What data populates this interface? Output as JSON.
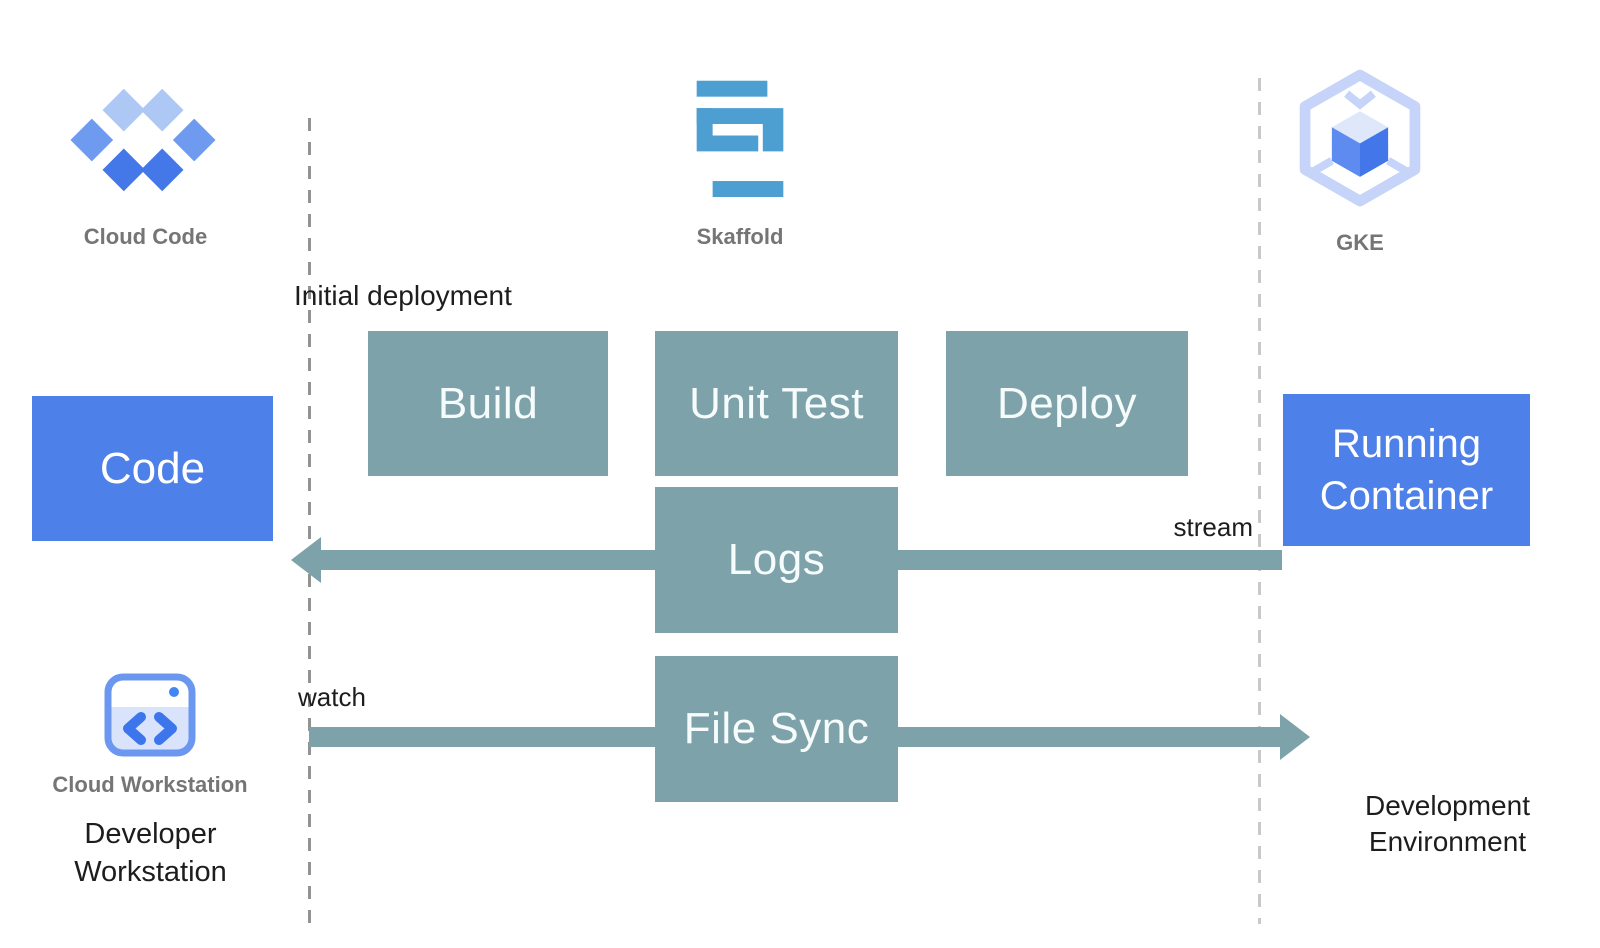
{
  "colors": {
    "process_box": "#7EA2AA",
    "actor_box": "#4D80E8",
    "arrow": "#7EA2AA",
    "skaffold_blue": "#4E9FD1",
    "cloud_blue_dark": "#4478E9",
    "cloud_blue_medium": "#6E9AEF",
    "cloud_blue_light": "#AEC8F6",
    "gke_outline": "#C5D4F8",
    "caption_gray": "#757575",
    "text_black": "#1d1d1d"
  },
  "logos": {
    "cloud_code": "Cloud Code",
    "skaffold": "Skaffold",
    "gke": "GKE",
    "cloud_workstation": "Cloud Workstation"
  },
  "labels": {
    "initial_deployment": "Initial deployment",
    "watch": "watch",
    "stream": "stream",
    "developer_workstation": "Developer Workstation",
    "development_environment": "Development Environment"
  },
  "boxes": {
    "code": "Code",
    "build": "Build",
    "unit_test": "Unit Test",
    "deploy": "Deploy",
    "logs": "Logs",
    "file_sync": "File Sync",
    "running_container": "Running Container"
  }
}
